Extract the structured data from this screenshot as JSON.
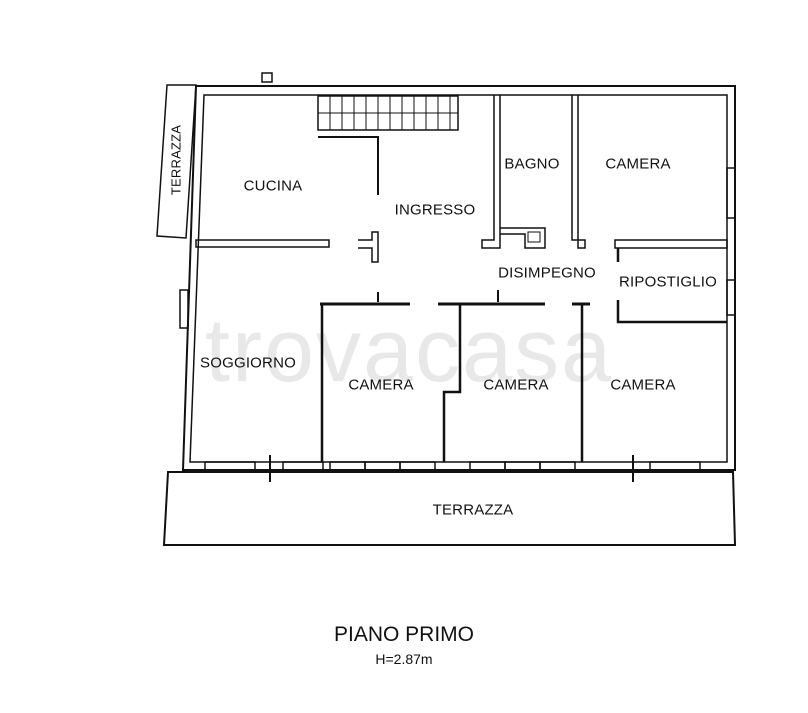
{
  "watermark": "trovacasa",
  "rooms": {
    "terrazza_left": "TERRAZZA",
    "cucina": "CUCINA",
    "ingresso": "INGRESSO",
    "bagno": "BAGNO",
    "camera_top": "CAMERA",
    "disimpegno": "DISIMPEGNO",
    "ripostiglio": "RIPOSTIGLIO",
    "soggiorno": "SOGGIORNO",
    "camera_1": "CAMERA",
    "camera_2": "CAMERA",
    "camera_3": "CAMERA",
    "terrazza_bottom": "TERRAZZA"
  },
  "footer": {
    "title": "PIANO PRIMO",
    "height": "H=2.87m"
  }
}
